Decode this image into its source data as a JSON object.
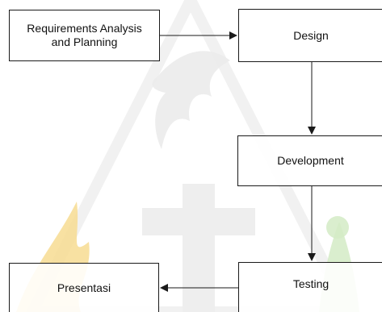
{
  "diagram": {
    "nodes": {
      "requirements": "Requirements Analysis\nand Planning",
      "design": "Design",
      "development": "Development",
      "testing": "Testing",
      "presentasi": "Presentasi"
    },
    "edges": [
      {
        "from": "requirements",
        "to": "design"
      },
      {
        "from": "design",
        "to": "development"
      },
      {
        "from": "development",
        "to": "testing"
      },
      {
        "from": "testing",
        "to": "presentasi"
      }
    ]
  },
  "colors": {
    "border": "#1a1a1a",
    "arrow": "#1a1a1a",
    "text": "#111111",
    "watermark_dove": "#e9e9e9",
    "watermark_cross": "#ededed",
    "watermark_flame": "#f6d98a",
    "watermark_plant": "#cfe8bf"
  },
  "watermark_icon": "university-logo-dove-cross"
}
